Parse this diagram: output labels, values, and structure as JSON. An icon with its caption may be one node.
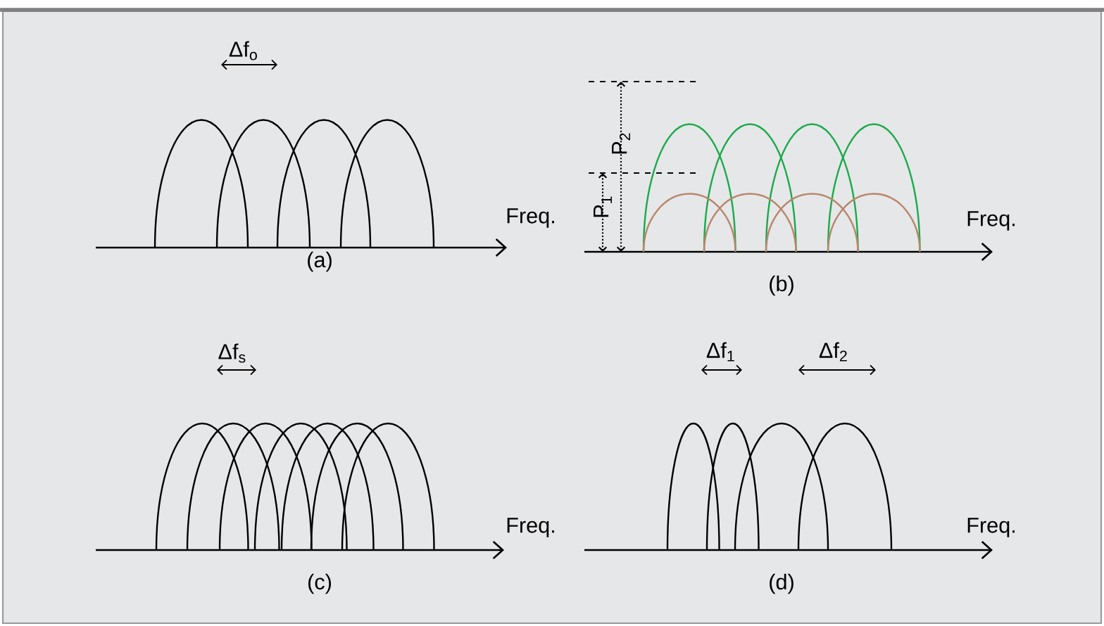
{
  "diagram": {
    "labels": [
      "Δf$_{o}$",
      "Freq.",
      "(a)",
      "P$_{2}$",
      "P$_{1}$",
      "Freq.",
      "(b)",
      "Δf$_{s}$",
      "Freq.",
      "(c)",
      "Δf$_{1}$",
      "Δf$_{2}$",
      "Freq.",
      "(d)"
    ]
  }
}
